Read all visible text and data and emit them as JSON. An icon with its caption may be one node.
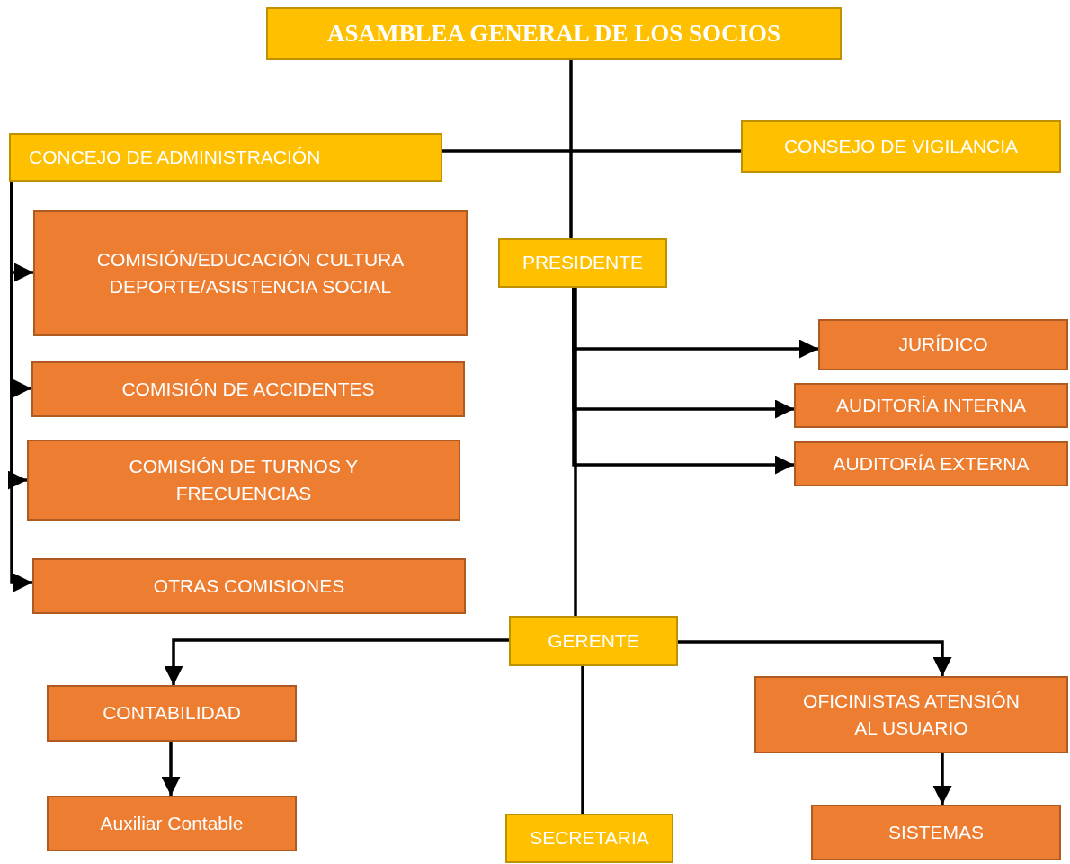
{
  "diagram": {
    "nodes": [
      {
        "text": [
          "ASAMBLEA GENERAL DE LOS SOCIOS"
        ]
      },
      {
        "text": [
          "CONCEJO DE ADMINISTRACIÓN"
        ]
      },
      {
        "text": [
          "CONSEJO DE VIGILANCIA"
        ]
      },
      {
        "text": [
          "COMISIÓN/EDUCACIÓN CULTURA DEPORTE/ASISTENCIA SOCIAL"
        ]
      },
      {
        "text": [
          "COMISIÓN DE ACCIDENTES"
        ]
      },
      {
        "text": [
          "COMISIÓN DE TURNOS Y FRECUENCIAS"
        ]
      },
      {
        "text": [
          "OTRAS COMISIONES"
        ]
      },
      {
        "text": [
          "PRESIDENTE"
        ]
      },
      {
        "text": [
          "JURÍDICO"
        ]
      },
      {
        "text": [
          "AUDITORÍA INTERNA"
        ]
      },
      {
        "text": [
          "AUDITORÍA EXTERNA"
        ]
      },
      {
        "text": [
          "GERENTE"
        ]
      },
      {
        "text": [
          "CONTABILIDAD"
        ]
      },
      {
        "text": [
          "Auxiliar Contable"
        ]
      },
      {
        "text": [
          "OFICINISTAS ATENSIÓN AL USUARIO"
        ]
      },
      {
        "text": [
          "SECRETARIA"
        ]
      },
      {
        "text": [
          "SISTEMAS"
        ]
      }
    ],
    "edges": [
      {
        "from": 0,
        "to": 7,
        "arrow": "none"
      },
      {
        "from": 1,
        "to": 2,
        "arrow": "none"
      },
      {
        "from": 1,
        "to": 3,
        "arrow": "to"
      },
      {
        "from": 1,
        "to": 4,
        "arrow": "to"
      },
      {
        "from": 1,
        "to": 5,
        "arrow": "to"
      },
      {
        "from": 1,
        "to": 6,
        "arrow": "to"
      },
      {
        "from": 7,
        "to": 8,
        "arrow": "to"
      },
      {
        "from": 7,
        "to": 9,
        "arrow": "to"
      },
      {
        "from": 7,
        "to": 10,
        "arrow": "to"
      },
      {
        "from": 7,
        "to": 11,
        "arrow": "none"
      },
      {
        "from": 11,
        "to": 12,
        "arrow": "to"
      },
      {
        "from": 11,
        "to": 14,
        "arrow": "to"
      },
      {
        "from": 11,
        "to": 15,
        "arrow": "none"
      },
      {
        "from": 12,
        "to": 13,
        "arrow": "to"
      },
      {
        "from": 14,
        "to": 16,
        "arrow": "to"
      }
    ]
  }
}
